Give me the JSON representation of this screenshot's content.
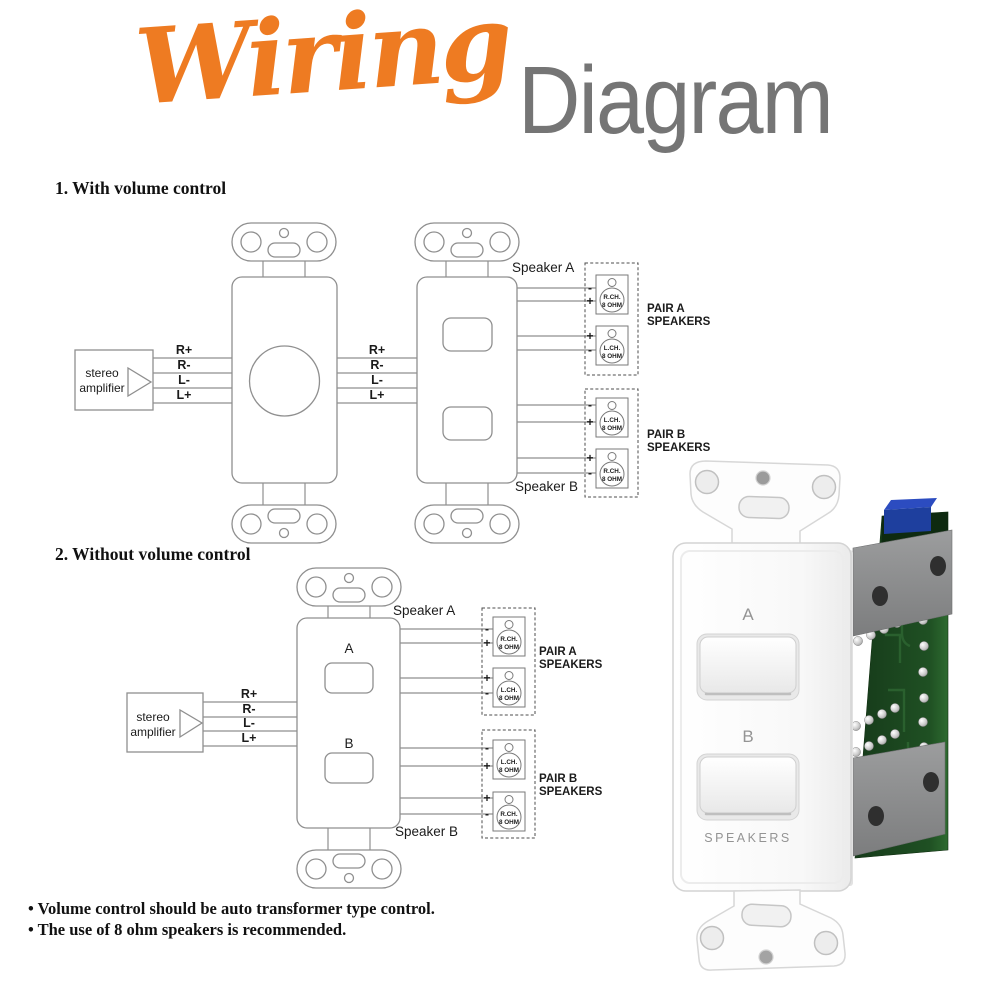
{
  "title": {
    "wiring": "Wiring",
    "diagram": "Diagram"
  },
  "section1": {
    "heading": "1. With volume control"
  },
  "section2": {
    "heading": "2. Without volume control",
    "button_a": "A",
    "button_b": "B"
  },
  "labels": {
    "amp_line1": "stereo",
    "amp_line2": "amplifier",
    "speaker_a": "Speaker A",
    "speaker_b": "Speaker B"
  },
  "wire_labels": [
    "R+",
    "R-",
    "L-",
    "L+"
  ],
  "speaker_groups": {
    "s1_pair_a": {
      "pair_line1": "PAIR A",
      "pair_line2": "SPEAKERS",
      "terminals": [
        {
          "top_sign": "-",
          "bottom_sign": "+",
          "channel": "R.CH.",
          "ohm": "8 OHM"
        },
        {
          "top_sign": "+",
          "bottom_sign": "-",
          "channel": "L.CH.",
          "ohm": "8 OHM"
        }
      ]
    },
    "s1_pair_b": {
      "pair_line1": "PAIR B",
      "pair_line2": "SPEAKERS",
      "terminals": [
        {
          "top_sign": "-",
          "bottom_sign": "+",
          "channel": "L.CH.",
          "ohm": "8 OHM"
        },
        {
          "top_sign": "+",
          "bottom_sign": "-",
          "channel": "R.CH.",
          "ohm": "8 OHM"
        }
      ]
    },
    "s2_pair_a": {
      "pair_line1": "PAIR A",
      "pair_line2": "SPEAKERS",
      "terminals": [
        {
          "top_sign": "-",
          "bottom_sign": "+",
          "channel": "R.CH.",
          "ohm": "8 OHM"
        },
        {
          "top_sign": "+",
          "bottom_sign": "-",
          "channel": "L.CH.",
          "ohm": "8 OHM"
        }
      ]
    },
    "s2_pair_b": {
      "pair_line1": "PAIR B",
      "pair_line2": "SPEAKERS",
      "terminals": [
        {
          "top_sign": "-",
          "bottom_sign": "+",
          "channel": "L.CH.",
          "ohm": "8 OHM"
        },
        {
          "top_sign": "+",
          "bottom_sign": "-",
          "channel": "R.CH.",
          "ohm": "8 OHM"
        }
      ]
    }
  },
  "notes": [
    "• Volume control should be auto transformer type control.",
    "• The use of 8 ohm speakers is recommended."
  ],
  "product": {
    "label_a": "A",
    "label_b": "B",
    "engraving": "SPEAKERS"
  },
  "colors": {
    "accent_orange": "#EE7B22",
    "title_gray": "#757575",
    "diagram_line_gray": "#8A8A8A",
    "text_black": "#1B1B1B",
    "pcb_green": "#1D4A20",
    "component_blue": "#1E3F9E",
    "bracket_gray": "#8F9091"
  }
}
